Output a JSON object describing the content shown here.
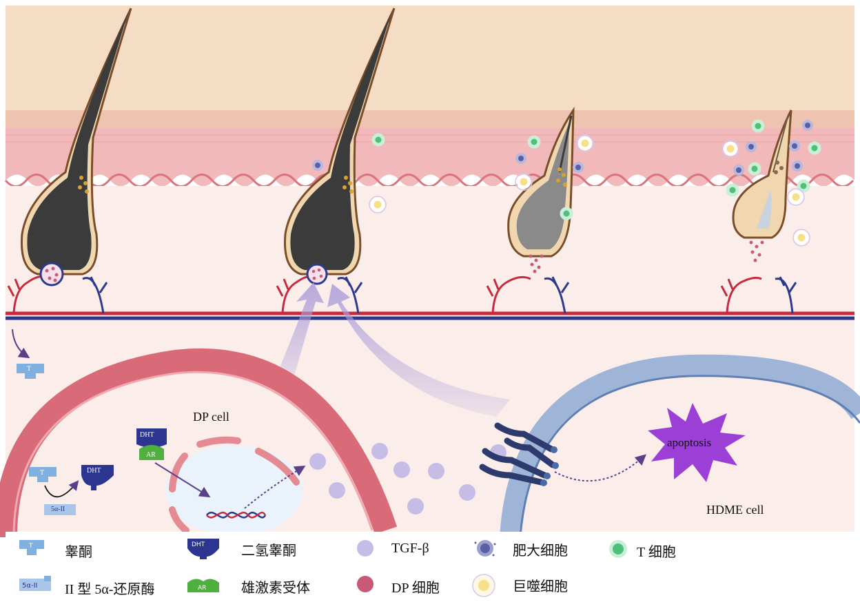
{
  "diagram": {
    "labels": {
      "dp_cell": "DP cell",
      "hdme_cell": "HDME cell",
      "apoptosis": "apoptosis",
      "testosterone_tag": "T",
      "dht_tag": "DHT",
      "ar_tag": "AR",
      "reductase_tag": "5α-II"
    }
  },
  "legend": {
    "items": [
      {
        "key": "testosterone",
        "icon": "testosterone-icon",
        "label": "睾酮"
      },
      {
        "key": "dht",
        "icon": "dht-icon",
        "label": "二氢睾酮"
      },
      {
        "key": "tgfb",
        "icon": "tgf-beta-icon",
        "label": "TGF-β"
      },
      {
        "key": "mast",
        "icon": "mast-cell-icon",
        "label": "肥大细胞"
      },
      {
        "key": "tcell",
        "icon": "t-cell-icon",
        "label": "T 细胞"
      },
      {
        "key": "reductase",
        "icon": "reductase-icon",
        "label": "II 型 5α-还原酶"
      },
      {
        "key": "ar",
        "icon": "androgen-receptor-icon",
        "label": "雄激素受体"
      },
      {
        "key": "dp",
        "icon": "dp-cell-icon",
        "label": "DP 细胞"
      },
      {
        "key": "macro",
        "icon": "macrophage-icon",
        "label": "巨噬细胞"
      }
    ]
  },
  "colors": {
    "epidermis": "#f5dcc4",
    "dermis_band": "#f2b9ba",
    "deep_tissue": "#fbeeea",
    "artery": "#c8293d",
    "vein": "#2d3a8c",
    "tgf_beta": "#c5bde6",
    "mast_cell": "#5a5fa6",
    "t_cell": "#4fbf7a",
    "macrophage": "#f6e08a",
    "dp_cell": "#c85a78",
    "testosterone": "#7fb0df",
    "dht": "#2c3590",
    "androgen_receptor": "#4fb040",
    "apoptosis": "#9b3fd6"
  }
}
